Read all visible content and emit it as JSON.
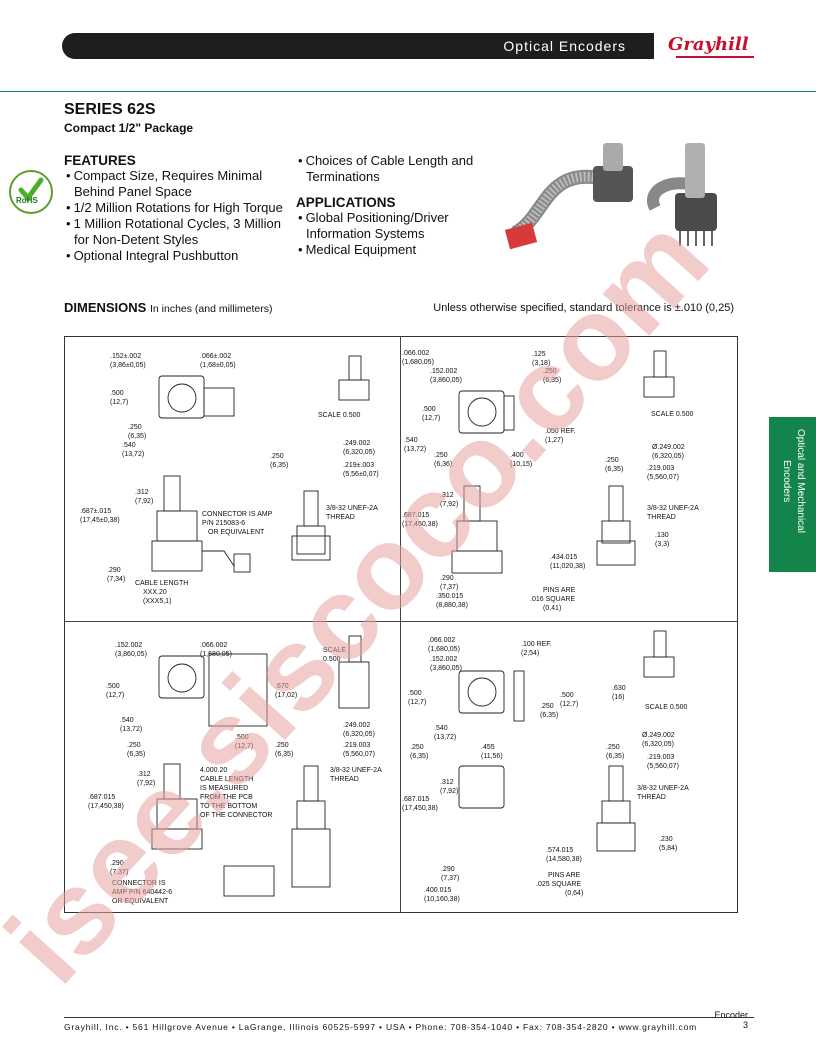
{
  "header": {
    "title": "Optical Encoders",
    "logo": "Grayhill"
  },
  "series": {
    "title": "SERIES 62S",
    "subtitle": "Compact 1/2\" Package"
  },
  "rohs": {
    "label": "RoHS"
  },
  "features": {
    "heading": "FEATURES",
    "items": [
      "Compact Size, Requires Minimal Behind Panel Space",
      "1/2 Million Rotations for High Torque",
      "1 Million Rotational Cycles, 3 Million for Non-Detent Styles",
      "Optional Integral Pushbutton"
    ],
    "items_col2": [
      "Choices of Cable Length and Terminations"
    ]
  },
  "applications": {
    "heading": "APPLICATIONS",
    "items": [
      "Global Positioning/Driver Information Systems",
      "Medical Equipment"
    ]
  },
  "dimensions": {
    "title": "DIMENSIONS",
    "subtitle": "In inches (and millimeters)",
    "tolerance": "Unless otherwise specified, standard tolerance is ±.010 (0,25)"
  },
  "panels": {
    "tl": {
      "labels": [
        ".152±.002",
        "(3,86±0,05)",
        ".066±.002",
        "(1,68±0,05)",
        ".500",
        "(12,7)",
        ".250",
        "(6,35)",
        ".540",
        "(13,72)",
        "SCALE 0.500",
        ".249.002",
        "(6,320,05)",
        ".250",
        "(6,35)",
        ".219±.003",
        "(5,56±0,07)",
        ".312",
        "(7,92)",
        ".687±.015",
        "(17,45±0,38)",
        "CONNECTOR IS AMP",
        "P/N 215083-6",
        "OR EQUIVALENT",
        "3/8-32 UNEF-2A",
        "THREAD",
        ".290",
        "(7,34)",
        "CABLE LENGTH",
        "XXX.20",
        "(XXX5,1)"
      ]
    },
    "tr": {
      "labels": [
        ".066.002",
        "(1,680,05)",
        ".152.002",
        "(3,860,05)",
        ".125",
        "(3,18)",
        ".250",
        "(6,35)",
        ".500",
        "(12,7)",
        "SCALE 0.500",
        ".050 REF.",
        "(1,27)",
        ".540",
        "(13,72)",
        ".250",
        "(6,36)",
        ".400",
        "(10,15)",
        "Ø.249.002",
        "(6,320,05)",
        ".250",
        "(6,35)",
        ".219.003",
        "(5,560,07)",
        ".312",
        "(7,92)",
        ".687.015",
        "(17,450,38)",
        "3/8-32 UNEF-2A",
        "THREAD",
        ".130",
        "(3,3)",
        ".434.015",
        "(11,020,38)",
        ".290",
        "(7,37)",
        "PINS ARE",
        ".016 SQUARE",
        "(0,41)",
        ".350.015",
        "(8,880,38)"
      ]
    },
    "bl": {
      "labels": [
        ".152.002",
        "(3,860,05)",
        ".066.002",
        "(1,680,05)",
        "SCALE",
        "0.500",
        ".500",
        "(12,7)",
        ".670",
        "(17,02)",
        ".540",
        "(13,72)",
        ".500",
        "(12,7)",
        ".250",
        "(6,35)",
        ".250",
        "(6,35)",
        ".249.002",
        "(6,320,05)",
        ".219.003",
        "(5,560,07)",
        ".312",
        "(7,92)",
        "4.000.20",
        "CABLE LENGTH",
        "IS MEASURED",
        "FROM THE PCB",
        "TO THE BOTTOM",
        "OF THE CONNECTOR",
        "3/8-32 UNEF-2A",
        "THREAD",
        ".687.015",
        "(17,450,38)",
        ".290",
        "(7,37)",
        "CONNECTOR IS",
        "AMP P/N 640442-6",
        "OR EQUIVALENT"
      ]
    },
    "br": {
      "labels": [
        ".066.002",
        "(1,680,05)",
        ".152.002",
        "(3,860,05)",
        ".100 REF.",
        "(2,54)",
        ".500",
        "(12,7)",
        ".630",
        "(16)",
        ".500",
        "(12,7)",
        ".250",
        "(6,35)",
        "SCALE 0.500",
        ".540",
        "(13,72)",
        "Ø.249.002",
        "(6,320,05)",
        ".250",
        "(6,35)",
        ".455",
        "(11,56)",
        ".250",
        "(6,35)",
        ".219.003",
        "(5,560,07)",
        ".312",
        "(7,92)",
        "3/8-32 UNEF-2A",
        "THREAD",
        ".687.015",
        "(17,450,38)",
        ".230",
        "(5,84)",
        ".574.015",
        "(14,580,38)",
        ".290",
        "(7,37)",
        "PINS ARE",
        ".025 SQUARE",
        "(0,64)",
        ".400.015",
        "(10,160,38)"
      ]
    }
  },
  "side_tab": {
    "line1": "Optical and Mechanical",
    "line2": "Encoders"
  },
  "footer": {
    "text": "Grayhill, Inc. • 561 Hillgrove Avenue • LaGrange, Illinois  60525-5997 • USA • Phone: 708-354-1040 • Fax: 708-354-2820 • www.grayhill.com",
    "page_label": "Encoder",
    "page_number": "3"
  },
  "watermark": {
    "text": "isee.siscoco.com",
    "color": "#e8a0a0"
  },
  "colors": {
    "brand_red": "#c8102e",
    "tab_green": "#14854a"
  }
}
